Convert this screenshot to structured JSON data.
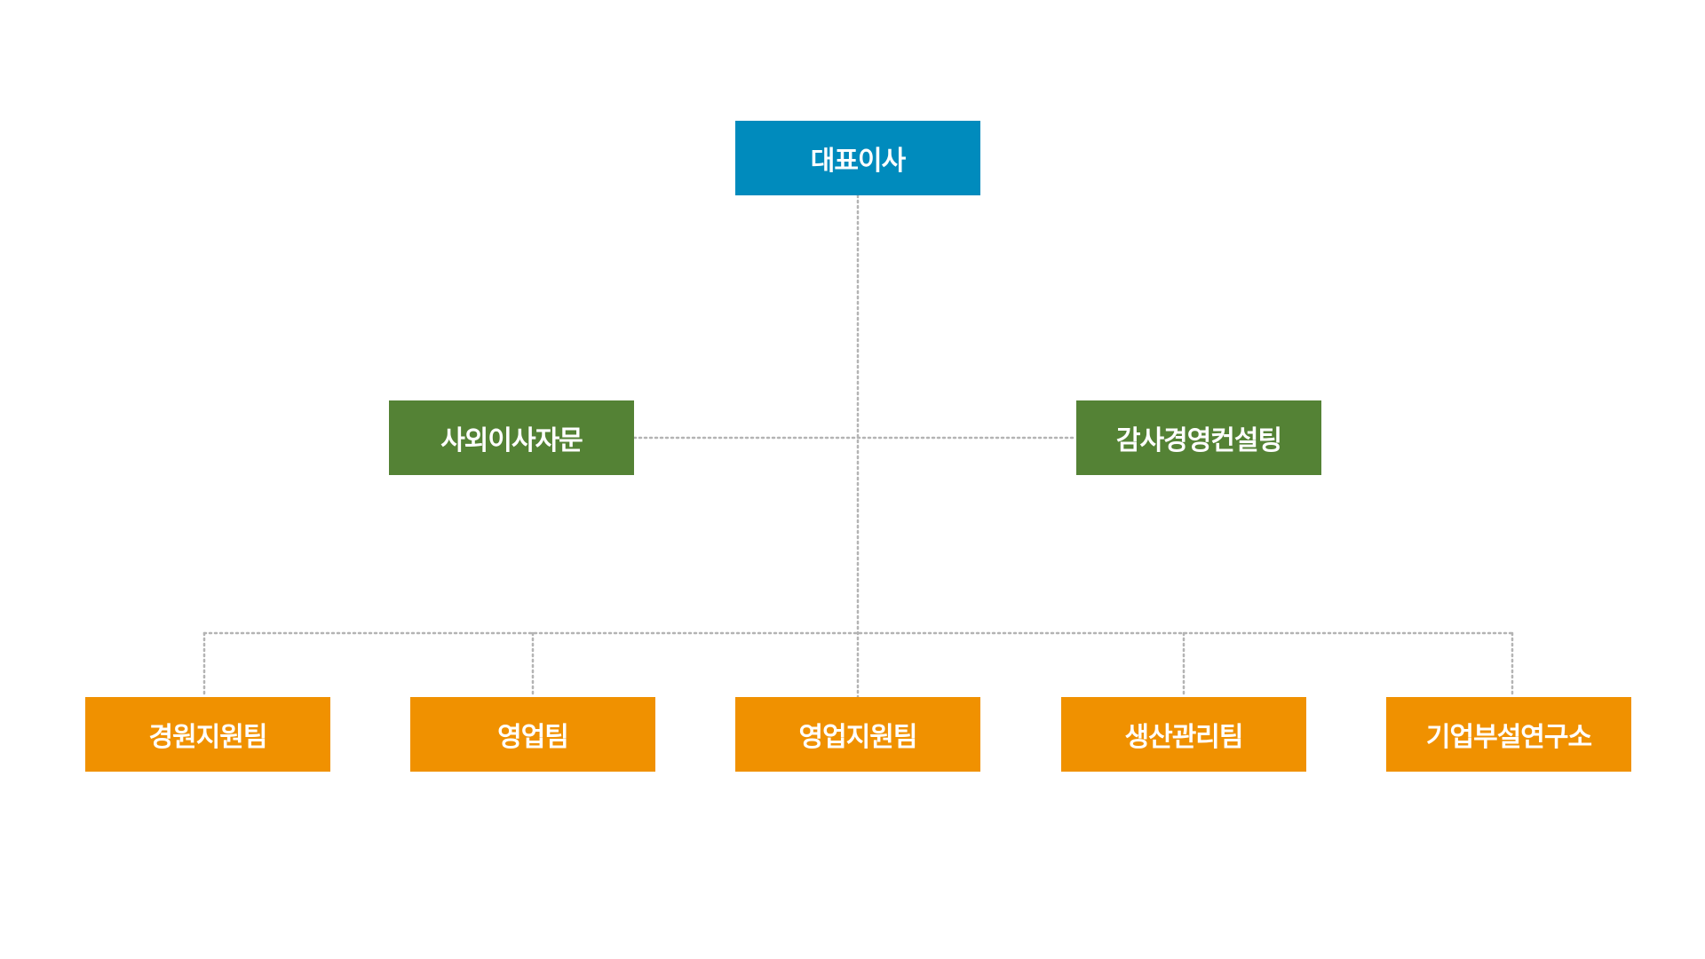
{
  "colors": {
    "top": "#008bbd",
    "advisory": "#548235",
    "team": "#f09100",
    "connector": "#b4b4b4"
  },
  "ceo": {
    "label": "대표이사"
  },
  "advisory": [
    {
      "label": "사외이사자문"
    },
    {
      "label": "감사경영컨설팅"
    }
  ],
  "teams": [
    {
      "label": "경원지원팀"
    },
    {
      "label": "영업팀"
    },
    {
      "label": "영업지원팀"
    },
    {
      "label": "생산관리팀"
    },
    {
      "label": "기업부설연구소"
    }
  ]
}
